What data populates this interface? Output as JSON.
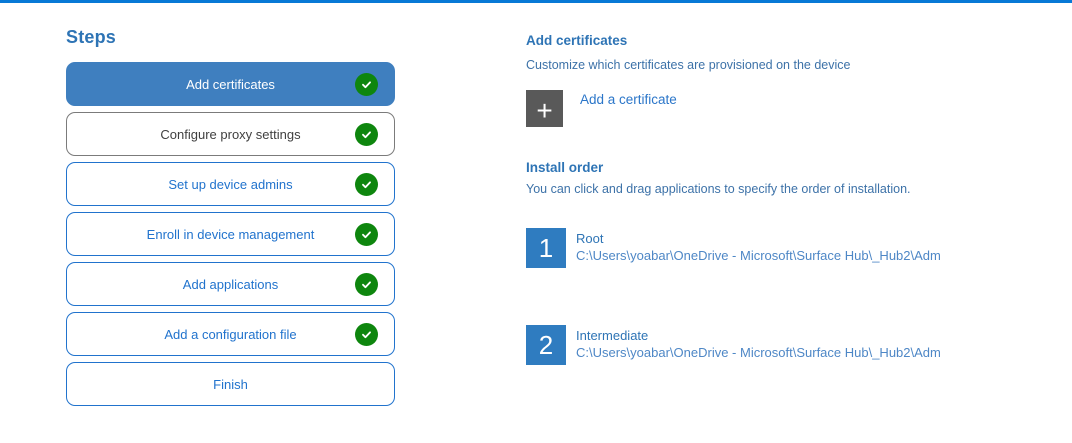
{
  "colors": {
    "top_bar": "#0779d6",
    "accent_heading": "#2e74b5",
    "step_active_bg": "#3f7fbf",
    "step_border_blue": "#2173cd",
    "step_border_muted": "#7b7b7b",
    "check_green": "#0e860e",
    "add_tile_gray": "#595959",
    "order_badge_blue": "#2f7cc0"
  },
  "steps": {
    "title": "Steps",
    "items": [
      {
        "label": "Add certificates",
        "state": "active",
        "completed": true
      },
      {
        "label": "Configure proxy settings",
        "state": "muted",
        "completed": true
      },
      {
        "label": "Set up device admins",
        "state": "normal",
        "completed": true
      },
      {
        "label": "Enroll in device management",
        "state": "normal",
        "completed": true
      },
      {
        "label": "Add applications",
        "state": "normal",
        "completed": true
      },
      {
        "label": "Add a configuration file",
        "state": "normal",
        "completed": true
      },
      {
        "label": "Finish",
        "state": "normal",
        "completed": false
      }
    ]
  },
  "content": {
    "section_title": "Add certificates",
    "section_description": "Customize which certificates are provisioned on the device",
    "add_button": {
      "icon": "plus-icon",
      "label": "Add a certificate"
    },
    "install_order": {
      "title": "Install order",
      "description": "You can click and drag applications to specify the order of installation.",
      "items": [
        {
          "order": "1",
          "name": "Root",
          "path": "C:\\Users\\yoabar\\OneDrive - Microsoft\\Surface Hub\\_Hub2\\Adm"
        },
        {
          "order": "2",
          "name": "Intermediate",
          "path": "C:\\Users\\yoabar\\OneDrive - Microsoft\\Surface Hub\\_Hub2\\Adm"
        }
      ]
    }
  }
}
